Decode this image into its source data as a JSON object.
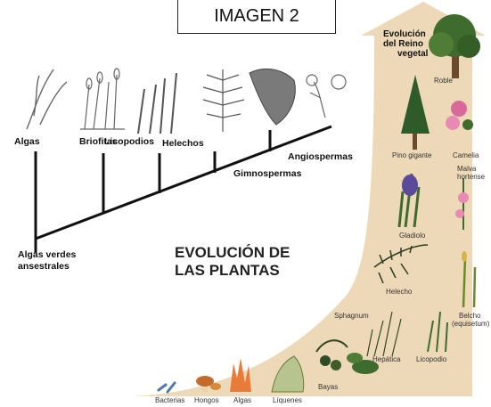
{
  "header": {
    "title": "IMAGEN 2"
  },
  "tree": {
    "title_line1": "EVOLUCIÓN DE",
    "title_line2": "LAS PLANTAS",
    "root_line1": "Algas verdes",
    "root_line2": "ansestrales",
    "leaves": [
      "Algas",
      "Briofitas",
      "Licopodios",
      "Helechos"
    ],
    "branches": [
      "Gimnospermas",
      "Angiospermas"
    ]
  },
  "column": {
    "title_line1": "Evolución",
    "title_line2": "del Reino",
    "title_line3": "vegetal",
    "labels": {
      "roble": "Roble",
      "pino": "Pino gigante",
      "camelia": "Camelia",
      "malva1": "Malva",
      "malva2": "hortense",
      "gladiolo": "Gladiolo",
      "helecho": "Helecho",
      "sphagnum": "Sphagnum",
      "belcho1": "Belcho",
      "belcho2": "(equisetum)",
      "hepatica": "Hepática",
      "licopodio": "Licopodio",
      "bayas": "Bayas",
      "bacterias": "Bacterias",
      "hongos": "Hongos",
      "algas": "Algas",
      "liquenes": "Líquenes"
    }
  },
  "colors": {
    "arrow": "#ecd7b4",
    "line": "#111111",
    "leaf": "#3e6b2e",
    "flower": "#d9699a",
    "iris": "#5a4a9a"
  }
}
